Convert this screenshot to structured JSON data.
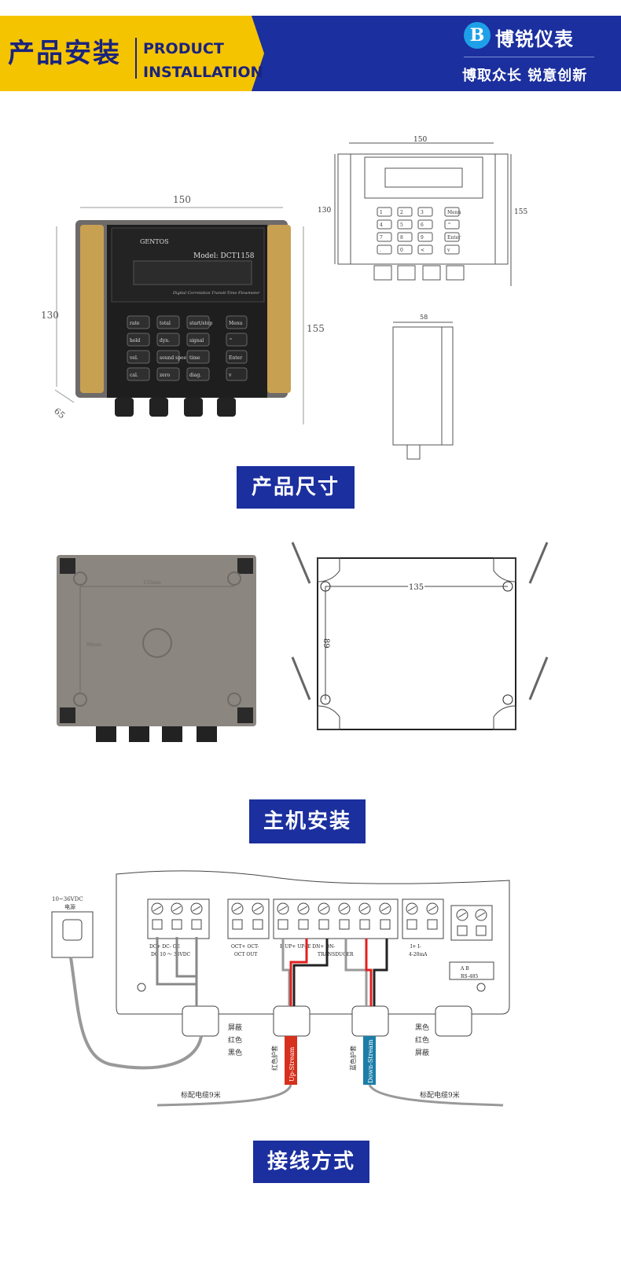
{
  "header": {
    "title": "产品安装",
    "title_en_1": "PRODUCT",
    "title_en_2": "INSTALLATION",
    "brand_letter": "B",
    "brand_name": "博锐仪表",
    "slogan": "博取众长 锐意创新",
    "colors": {
      "yellow": "#f5c400",
      "blue": "#1b2f9e"
    }
  },
  "sections": {
    "dimensions": "产品尺寸",
    "installation": "主机安装",
    "wiring": "接线方式"
  },
  "device": {
    "brand": "GENTOS",
    "model": "Model: DCT1158",
    "subtitle": "Digital Correlation Transit-Time Flowmeter",
    "keys": [
      "rate",
      "total",
      "start/stop",
      "Menu",
      "hold",
      "dyn.",
      "signal",
      "^",
      "vel.",
      "sound speed",
      "time",
      "Enter",
      "cal.",
      "zero",
      "diag.",
      "v"
    ],
    "dim_width": "150",
    "dim_height": "130",
    "dim_height_total": "155",
    "dim_depth": "65"
  },
  "drawing": {
    "width": "150",
    "height": "130",
    "height_total": "155",
    "side_depth": "58",
    "keys": [
      "1",
      "2",
      "3",
      "Menu",
      "4",
      "5",
      "6",
      "^",
      "7",
      "8",
      "9",
      "Enter",
      ".",
      "0",
      "<",
      "v"
    ]
  },
  "mounting": {
    "hole_spacing_x": "135",
    "hole_spacing_y": "89",
    "back_label_x": "135mm",
    "back_label_y": "89mm"
  },
  "wiring": {
    "power_label_1": "10~36VDC",
    "power_label_2": "电源",
    "power_terms": "DC+  DC-  GE",
    "power_sub": "DC 10 ～ 36VDC",
    "oct_terms": "OCT+ OCT-",
    "oct_sub": "OCT OUT",
    "trans_terms": "E   UP+  UP-       E   DN+  DN-",
    "trans_sub": "TRANSDUCER",
    "current_terms": "I+   I-",
    "current_sub": "4-20mA",
    "rs_terms": "A      B",
    "rs_sub": "RS-485",
    "left_labels": [
      "屏蔽",
      "红色",
      "黑色"
    ],
    "right_labels": [
      "黑色",
      "红色",
      "屏蔽"
    ],
    "up_sleeve": "红色护套",
    "up_cable": "Up-Stream",
    "down_sleeve": "蓝色护套",
    "down_cable": "Down-Stream",
    "cable_left": "标配电缆9米",
    "cable_right": "标配电缆9米"
  }
}
